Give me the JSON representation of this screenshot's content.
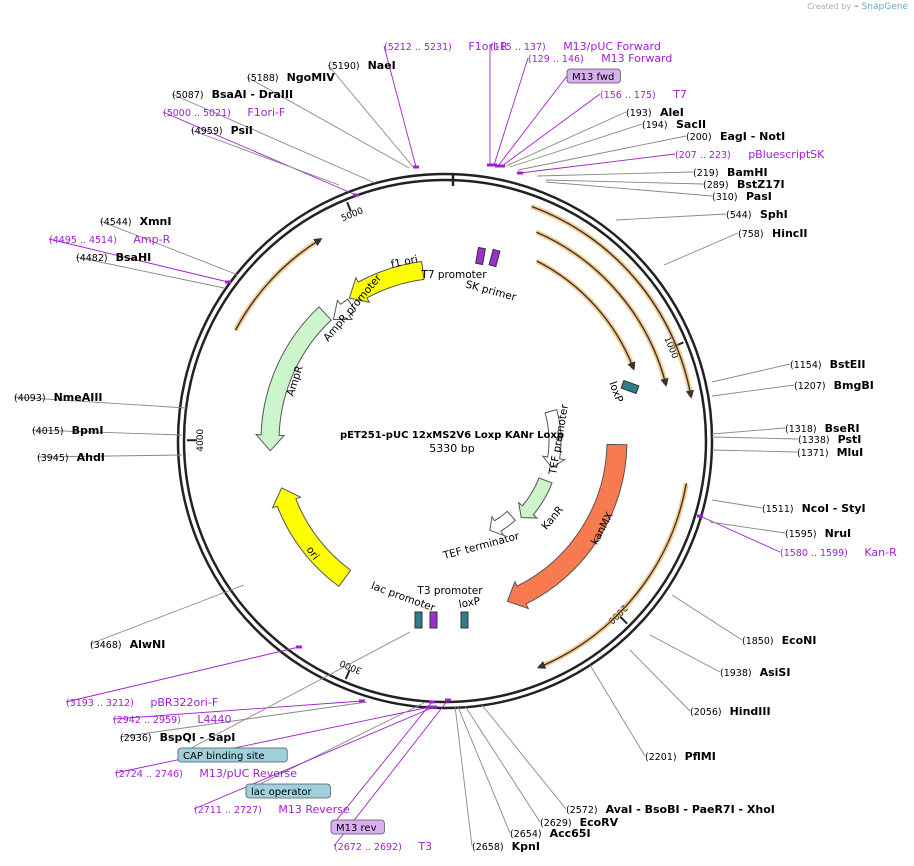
{
  "credit": {
    "prefix": "Created by",
    "logo_icon": "snapgene-logo-icon",
    "brand": "SnapGene"
  },
  "plasmid": {
    "name": "pET251-pUC 12xMS2V6 Loxp KANr Loxp",
    "size_label": "5330 bp",
    "length_bp": 5330
  },
  "ticks": [
    {
      "bp": 1000,
      "label": "1000"
    },
    {
      "bp": 2000,
      "label": "2000"
    },
    {
      "bp": 3000,
      "label": "3000"
    },
    {
      "bp": 4000,
      "label": "4000"
    },
    {
      "bp": 5000,
      "label": "5000"
    }
  ],
  "colors": {
    "enzyme_text": "#000000",
    "feature_label": "#a020d0",
    "feature_line": "#a020d0",
    "backbone": "#222222",
    "pill_purple_bg": "#d8b0f0",
    "pill_teal_bg": "#9fd0dc",
    "orf_orange": "#f0a030"
  },
  "labels": [
    {
      "kind": "purple",
      "pos": "(5212 .. 5231)",
      "name": "F1ori-R"
    },
    {
      "kind": "enzyme",
      "pos": "(5190)",
      "name": "NaeI"
    },
    {
      "kind": "enzyme",
      "pos": "(5188)",
      "name": "NgoMIV"
    },
    {
      "kind": "enzyme",
      "pos": "(5087)",
      "name": "BsaAI - DraIII"
    },
    {
      "kind": "purple",
      "pos": "(5000 .. 5021)",
      "name": "F1ori-F"
    },
    {
      "kind": "enzyme",
      "pos": "(4959)",
      "name": "PsiI"
    },
    {
      "kind": "enzyme",
      "pos": "(4544)",
      "name": "XmnI"
    },
    {
      "kind": "purple",
      "pos": "(4495 .. 4514)",
      "name": "Amp-R"
    },
    {
      "kind": "enzyme",
      "pos": "(4482)",
      "name": "BsaHI"
    },
    {
      "kind": "enzyme",
      "pos": "(4093)",
      "name": "NmeAIII"
    },
    {
      "kind": "enzyme",
      "pos": "(4015)",
      "name": "BpmI"
    },
    {
      "kind": "enzyme",
      "pos": "(3945)",
      "name": "AhdI"
    },
    {
      "kind": "enzyme",
      "pos": "(3468)",
      "name": "AlwNI"
    },
    {
      "kind": "purple",
      "pos": "(3193 .. 3212)",
      "name": "pBR322ori-F"
    },
    {
      "kind": "purple",
      "pos": "(2942 .. 2959)",
      "name": "L4440"
    },
    {
      "kind": "enzyme",
      "pos": "(2936)",
      "name": "BspQI - SapI"
    },
    {
      "kind": "pill-teal",
      "name": "CAP binding site"
    },
    {
      "kind": "purple",
      "pos": "(2724 .. 2746)",
      "name": "M13/pUC Reverse"
    },
    {
      "kind": "pill-teal",
      "name": "lac operator"
    },
    {
      "kind": "purple",
      "pos": "(2711 .. 2727)",
      "name": "M13 Reverse"
    },
    {
      "kind": "pill-purple",
      "name": "M13 rev"
    },
    {
      "kind": "purple",
      "pos": "(2672 .. 2692)",
      "name": "T3"
    },
    {
      "kind": "enzyme",
      "pos": "(2658)",
      "name": "KpnI"
    },
    {
      "kind": "enzyme",
      "pos": "(2654)",
      "name": "Acc65I"
    },
    {
      "kind": "enzyme",
      "pos": "(2629)",
      "name": "EcoRV"
    },
    {
      "kind": "enzyme",
      "pos": "(2572)",
      "name": "AvaI - BsoBI - PaeR7I - XhoI"
    },
    {
      "kind": "enzyme",
      "pos": "(2201)",
      "name": "PflMI"
    },
    {
      "kind": "enzyme",
      "pos": "(2056)",
      "name": "HindIII"
    },
    {
      "kind": "enzyme",
      "pos": "(1938)",
      "name": "AsiSI"
    },
    {
      "kind": "enzyme",
      "pos": "(1850)",
      "name": "EcoNI"
    },
    {
      "kind": "purple",
      "pos": "(1580 .. 1599)",
      "name": "Kan-R"
    },
    {
      "kind": "enzyme",
      "pos": "(1595)",
      "name": "NruI"
    },
    {
      "kind": "enzyme",
      "pos": "(1511)",
      "name": "NcoI - StyI"
    },
    {
      "kind": "enzyme",
      "pos": "(1371)",
      "name": "MluI"
    },
    {
      "kind": "enzyme",
      "pos": "(1338)",
      "name": "PstI"
    },
    {
      "kind": "enzyme",
      "pos": "(1318)",
      "name": "BseRI"
    },
    {
      "kind": "enzyme",
      "pos": "(1207)",
      "name": "BmgBI"
    },
    {
      "kind": "enzyme",
      "pos": "(1154)",
      "name": "BstEII"
    },
    {
      "kind": "enzyme",
      "pos": "(758)",
      "name": "HincII"
    },
    {
      "kind": "enzyme",
      "pos": "(544)",
      "name": "SphI"
    },
    {
      "kind": "enzyme",
      "pos": "(310)",
      "name": "PasI"
    },
    {
      "kind": "enzyme",
      "pos": "(289)",
      "name": "BstZ17I"
    },
    {
      "kind": "enzyme",
      "pos": "(219)",
      "name": "BamHI"
    },
    {
      "kind": "purple",
      "pos": "(207 .. 223)",
      "name": "pBluescriptSK"
    },
    {
      "kind": "enzyme",
      "pos": "(200)",
      "name": "EagI - NotI"
    },
    {
      "kind": "enzyme",
      "pos": "(194)",
      "name": "SacII"
    },
    {
      "kind": "enzyme",
      "pos": "(193)",
      "name": "AleI"
    },
    {
      "kind": "purple",
      "pos": "(156 .. 175)",
      "name": "T7"
    },
    {
      "kind": "pill-purple",
      "name": "M13 fwd"
    },
    {
      "kind": "purple",
      "pos": "(129 .. 146)",
      "name": "M13 Forward"
    },
    {
      "kind": "purple",
      "pos": "(115 .. 137)",
      "name": "M13/pUC Forward"
    }
  ],
  "features": [
    {
      "name": "f1 ori",
      "color": "#ffff00"
    },
    {
      "name": "AmpR promoter",
      "color": "#ffffff"
    },
    {
      "name": "AmpR",
      "color": "#ccf5cc"
    },
    {
      "name": "ori",
      "color": "#ffff00"
    },
    {
      "name": "lac promoter",
      "color": "#ffffff"
    },
    {
      "name": "T3 promoter",
      "color": "#ffffff"
    },
    {
      "name": "loxP",
      "color": "#2e7d8a"
    },
    {
      "name": "TEF terminator",
      "color": "#ffffff"
    },
    {
      "name": "KanR",
      "color": "#ccf5cc"
    },
    {
      "name": "TEF promoter",
      "color": "#ffffff"
    },
    {
      "name": "kanMX",
      "color": "#f77a50"
    },
    {
      "name": "loxP",
      "color": "#2e7d8a"
    },
    {
      "name": "T7 promoter",
      "color": "#ffffff"
    },
    {
      "name": "SK primer",
      "color": "#9b30d0"
    }
  ]
}
